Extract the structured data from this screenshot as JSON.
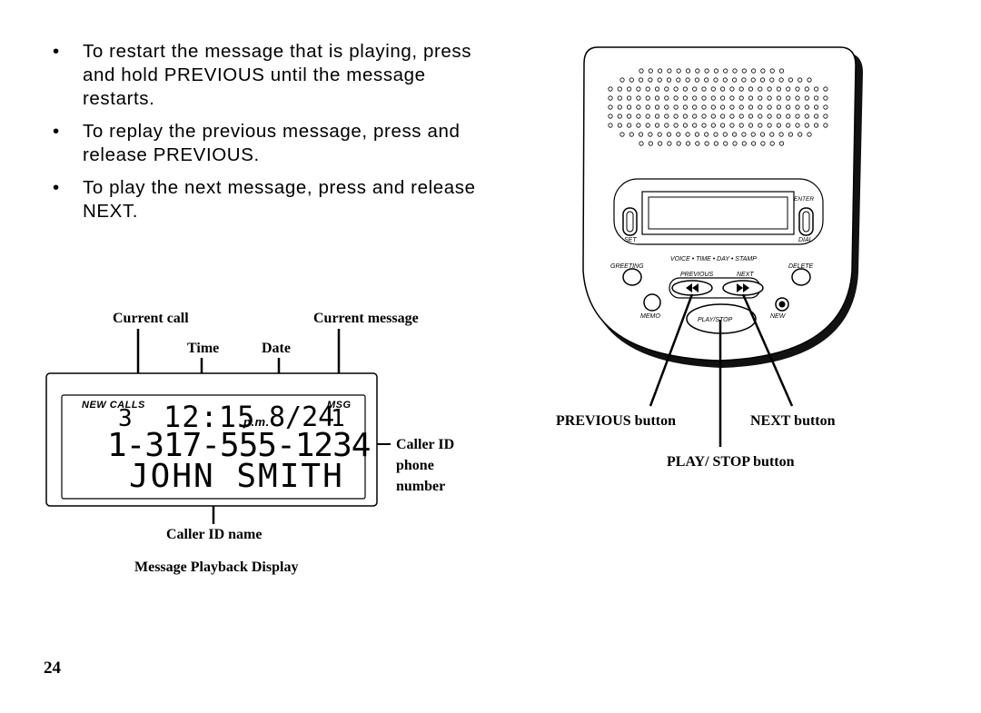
{
  "bullets": [
    "To restart the message that is playing, press and hold PREVIOUS until the message restarts.",
    "To replay the previous message, press and release PREVIOUS.",
    "To play the next message, press and release NEXT."
  ],
  "bullet_symbol": "•",
  "display_labels": {
    "current_call": "Current call",
    "current_message": "Current message",
    "time": "Time",
    "date": "Date",
    "caller_id_phone_1": "Caller ID",
    "caller_id_phone_2": "phone",
    "caller_id_phone_3": "number",
    "caller_id_name": "Caller ID name",
    "caption": "Message Playback Display"
  },
  "lcd": {
    "new_calls": "NEW  CALLS",
    "msg": "MSG",
    "call_count": "3",
    "time": "12:15",
    "ampm": "p.m.",
    "date": "8/24",
    "msg_count": "1",
    "phone": "1-317-555-1234",
    "name": "JOHN SMITH"
  },
  "device": {
    "enter": "ENTER",
    "set": "SET",
    "dial": "DIAL",
    "voice_time_day_stamp": "VOICE • TIME • DAY • STAMP",
    "greeting": "GREETING",
    "delete": "DELETE",
    "previous": "PREVIOUS",
    "next": "NEXT",
    "memo": "MEMO",
    "play_stop": "PLAY/STOP",
    "new": "NEW"
  },
  "device_labels": {
    "previous_button": "PREVIOUS button",
    "next_button": "NEXT button",
    "play_stop_button": "PLAY/ STOP button"
  },
  "page_number": "24"
}
